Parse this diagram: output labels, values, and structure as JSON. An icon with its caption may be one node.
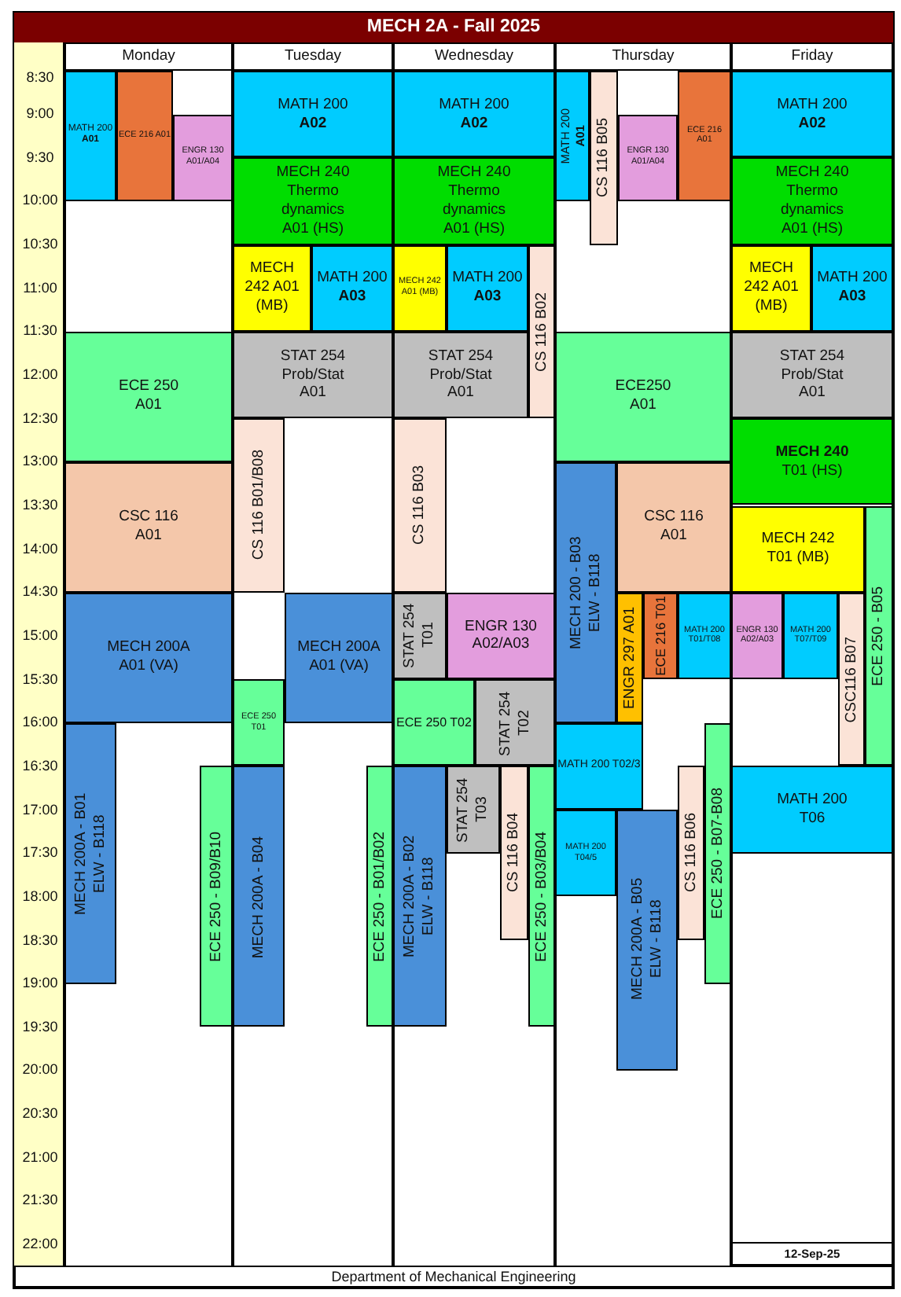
{
  "diagram": {
    "title": "MECH 2A - Fall 2025",
    "caption": "Department of Mechanical Engineering",
    "nodes": [
      {
        "text": [
          "Monday"
        ]
      },
      {
        "text": [
          "Tuesday"
        ]
      },
      {
        "text": [
          "Wednesday"
        ]
      },
      {
        "text": [
          "Thursday"
        ]
      },
      {
        "text": [
          "Friday"
        ]
      },
      {
        "text": [
          "MATH 200 **A01**"
        ]
      },
      {
        "text": [
          "ECE 216 A01"
        ]
      },
      {
        "text": [
          "ENGR 130 A01/A04"
        ]
      },
      {
        "text": [
          "ECE 250 A01"
        ]
      },
      {
        "text": [
          "CSC 116 A01"
        ]
      },
      {
        "text": [
          "MECH 200A A01 (VA)"
        ]
      },
      {
        "text": [
          "MECH 200A - B01 ELW - B118"
        ]
      },
      {
        "text": [
          "ECE 250 - B09/B10"
        ]
      },
      {
        "text": [
          "MATH 200 **A02**"
        ]
      },
      {
        "text": [
          "MECH 240 Thermo dynamics A01 (HS)"
        ]
      },
      {
        "text": [
          "MECH 242 A01 (MB)"
        ]
      },
      {
        "text": [
          "MATH 200 **A03**"
        ]
      },
      {
        "text": [
          "STAT 254 Prob/Stat A01"
        ]
      },
      {
        "text": [
          "CS 116 B01/B08"
        ]
      },
      {
        "text": [
          "MECH 200A A01 (VA)"
        ]
      },
      {
        "text": [
          "ECE 250 T01"
        ]
      },
      {
        "text": [
          "MECH 200A - B04"
        ]
      },
      {
        "text": [
          "ECE 250 - B01/B02"
        ]
      },
      {
        "text": [
          "MATH 200 **A02**"
        ]
      },
      {
        "text": [
          "MECH 240 Thermo dynamics A01 (HS)"
        ]
      },
      {
        "text": [
          "MECH 242 A01 (MB)"
        ]
      },
      {
        "text": [
          "MATH 200 **A03**"
        ]
      },
      {
        "text": [
          "CS 116 B02"
        ]
      },
      {
        "text": [
          "STAT 254 Prob/Stat A01"
        ]
      },
      {
        "text": [
          "CS 116 B03"
        ]
      },
      {
        "text": [
          "STAT 254 T01"
        ]
      },
      {
        "text": [
          "ENGR 130 A02/A03"
        ]
      },
      {
        "text": [
          "ECE 250 T02"
        ]
      },
      {
        "text": [
          "STAT 254 T02"
        ]
      },
      {
        "text": [
          "MECH 200A - B02 ELW - B118"
        ]
      },
      {
        "text": [
          "STAT 254 T03"
        ]
      },
      {
        "text": [
          "CS 116 B04"
        ]
      },
      {
        "text": [
          "ECE 250 - B03/B04"
        ]
      },
      {
        "text": [
          "MATH 200 **A01**"
        ]
      },
      {
        "text": [
          "CS 116 B05"
        ]
      },
      {
        "text": [
          "ENGR 130 A01/A04"
        ]
      },
      {
        "text": [
          "ECE 216 A01"
        ]
      },
      {
        "text": [
          "ECE250 A01"
        ]
      },
      {
        "text": [
          "MECH 200 - B03 ELW - B118"
        ]
      },
      {
        "text": [
          "CSC 116 A01"
        ]
      },
      {
        "text": [
          "ENGR 297 A01"
        ]
      },
      {
        "text": [
          "ECE 216 T01"
        ]
      },
      {
        "text": [
          "MATH 200 T01/T08"
        ]
      },
      {
        "text": [
          "MATH 200 T02/3"
        ]
      },
      {
        "text": [
          "MATH 200 T04/5"
        ]
      },
      {
        "text": [
          "MECH 200A - B05 ELW - B118"
        ]
      },
      {
        "text": [
          "CS 116 B06"
        ]
      },
      {
        "text": [
          "ECE 250 - B07-B08"
        ]
      },
      {
        "text": [
          "MATH 200 **A02**"
        ]
      },
      {
        "text": [
          "MECH 240 Thermo dynamics A01 (HS)"
        ]
      },
      {
        "text": [
          "MECH 242 A01 (MB)"
        ]
      },
      {
        "text": [
          "MATH 200 **A03**"
        ]
      },
      {
        "text": [
          "STAT 254 Prob/Stat A01"
        ]
      },
      {
        "text": [
          "**MECH 240** T01 (HS)"
        ]
      },
      {
        "text": [
          "MECH 242 T01 (MB)"
        ]
      },
      {
        "text": [
          "ECE 250 - B05"
        ]
      },
      {
        "text": [
          "ENGR 130 A02/A03"
        ]
      },
      {
        "text": [
          "MATH 200 T07/T09"
        ]
      },
      {
        "text": [
          "CSC116 B07"
        ]
      },
      {
        "text": [
          "MATH 200 T06"
        ]
      },
      {
        "text": [
          "12-Sep-25"
        ]
      }
    ],
    "labels": [
      "8:30",
      "9:00",
      "9:30",
      "10:00",
      "10:30",
      "11:00",
      "11:30",
      "12:00",
      "12:30",
      "13:00",
      "13:30",
      "14:00",
      "14:30",
      "15:00",
      "15:30",
      "16:00",
      "16:30",
      "17:00",
      "17:30",
      "18:00",
      "18:30",
      "19:00",
      "19:30",
      "20:00",
      "20:30",
      "21:00",
      "21:30",
      "22:00"
    ]
  }
}
